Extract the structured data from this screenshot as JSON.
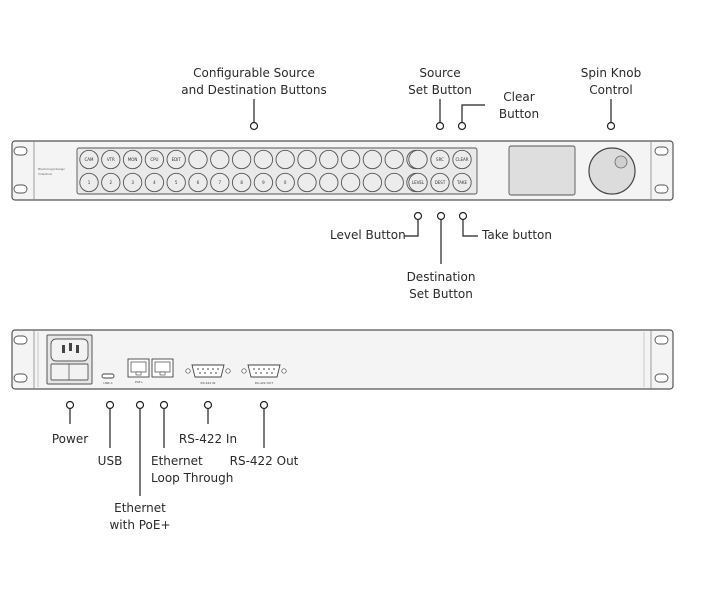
{
  "front_panel": {
    "brand": "Blackmagicdesign",
    "model": "Videohub",
    "top_row_buttons": [
      "CAM",
      "VTR",
      "MON",
      "CPU",
      "EDIT",
      "",
      "",
      "",
      "",
      "",
      "",
      "",
      "",
      "",
      "",
      ""
    ],
    "bottom_row_buttons": [
      "1",
      "2",
      "3",
      "4",
      "5",
      "6",
      "7",
      "8",
      "9",
      "0",
      "",
      "",
      "",
      "",
      "",
      ""
    ],
    "right_top_buttons": [
      "SRC",
      "CLEAR"
    ],
    "right_bottom_buttons": [
      "LEVEL",
      "DEST",
      "TAKE"
    ]
  },
  "front_callouts": {
    "configurable": [
      "Configurable Source",
      "and Destination Buttons"
    ],
    "source_set": [
      "Source",
      "Set Button"
    ],
    "clear": [
      "Clear",
      "Button"
    ],
    "spin_knob": [
      "Spin Knob",
      "Control"
    ],
    "level": "Level Button",
    "take": "Take button",
    "destination_set": [
      "Destination",
      "Set Button"
    ]
  },
  "rear_panel": {
    "usb_port_label": "USB-C",
    "poe_port_label": "PoE+",
    "rs422_in_port_label": "RS-422 IN",
    "rs422_out_port_label": "RS-422 OUT"
  },
  "rear_callouts": {
    "power": "Power",
    "usb": "USB",
    "ethernet_loop": [
      "Ethernet",
      "Loop Through"
    ],
    "ethernet_poe": [
      "Ethernet",
      "with PoE+"
    ],
    "rs422_in": "RS-422 In",
    "rs422_out": "RS-422 Out"
  }
}
